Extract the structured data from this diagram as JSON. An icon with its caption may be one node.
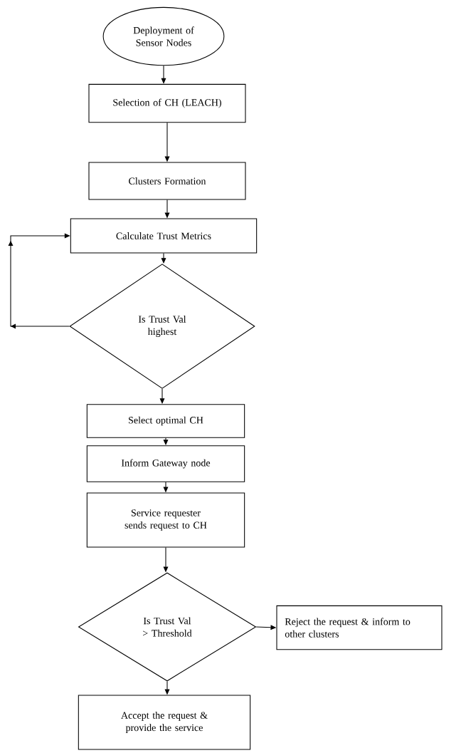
{
  "diagram": {
    "nodes": [
      {
        "text": [
          "Deployment of Sensor Nodes"
        ]
      },
      {
        "text": [
          "Selection of CH (LEACH)"
        ]
      },
      {
        "text": [
          "Clusters Formation"
        ]
      },
      {
        "text": [
          "Calculate Trust Metrics"
        ]
      },
      {
        "text": [
          "Is Trust Val highest"
        ]
      },
      {
        "text": [
          "Select optimal CH"
        ]
      },
      {
        "text": [
          "Inform Gateway node"
        ]
      },
      {
        "text": [
          "Service requester sends request to CH"
        ]
      },
      {
        "text": [
          "Is Trust Val > Threshold"
        ]
      },
      {
        "text": [
          "Reject the request & inform to other clusters"
        ]
      },
      {
        "text": [
          "Accept the request & provide the service"
        ]
      }
    ],
    "edges": [
      {
        "from": 0,
        "to": 1,
        "arrow": "to"
      },
      {
        "from": 1,
        "to": 2,
        "arrow": "to"
      },
      {
        "from": 2,
        "to": 3,
        "arrow": "to"
      },
      {
        "from": 3,
        "to": 4,
        "arrow": "to"
      },
      {
        "from": 4,
        "to": 3,
        "arrow": "to"
      },
      {
        "from": 4,
        "to": 5,
        "arrow": "to"
      },
      {
        "from": 5,
        "to": 6,
        "arrow": "to"
      },
      {
        "from": 6,
        "to": 7,
        "arrow": "to"
      },
      {
        "from": 7,
        "to": 8,
        "arrow": "to"
      },
      {
        "from": 8,
        "to": 9,
        "arrow": "to"
      },
      {
        "from": 8,
        "to": 10,
        "arrow": "to"
      }
    ]
  }
}
